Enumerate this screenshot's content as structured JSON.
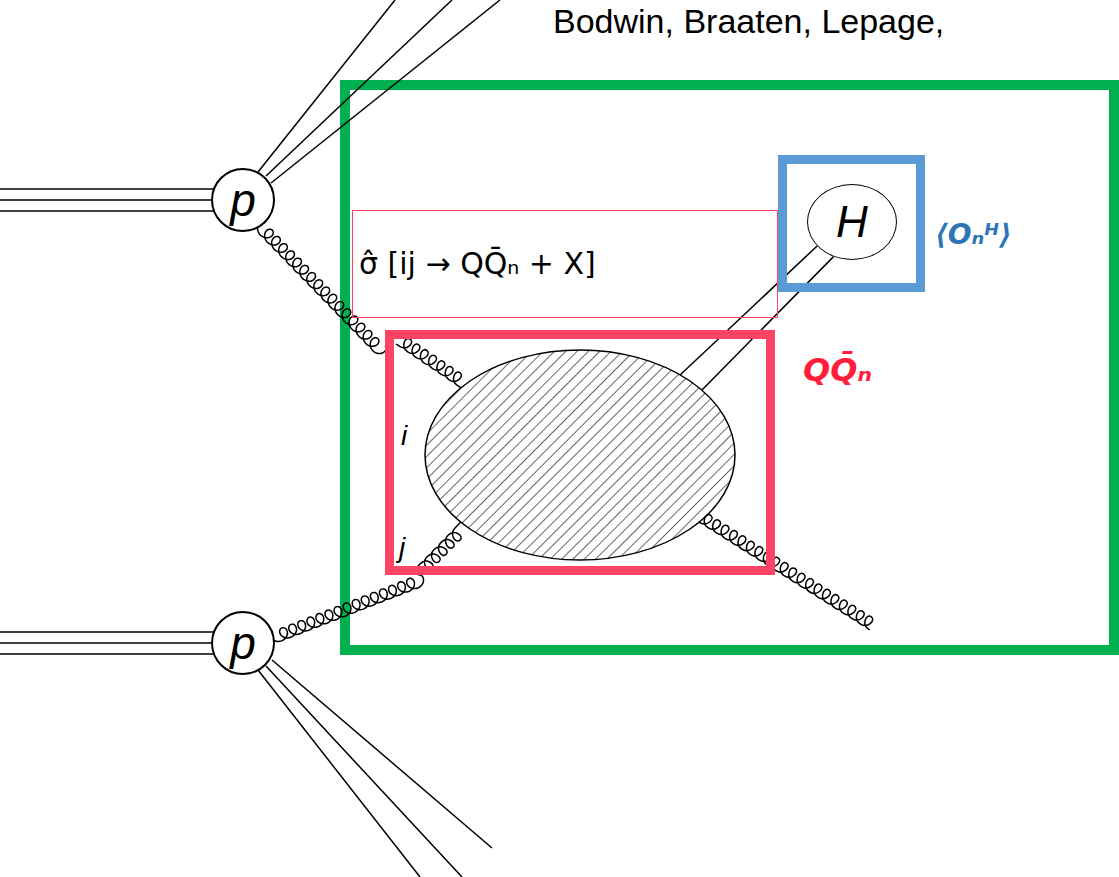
{
  "diagram": {
    "nodes": [
      {
        "text": [
          "p"
        ]
      },
      {
        "text": [
          "σ̂ [ij → QQ̄ₙ + X]"
        ]
      },
      {
        "text": [
          "⟨Oₙᴴ⟩"
        ]
      },
      {
        "text": [
          "H"
        ],
        "in": 2
      },
      {
        "text": [
          "QQ̄ₙ"
        ]
      },
      {
        "text": [
          "p"
        ]
      }
    ],
    "edges": [
      {
        "from": 0,
        "to": 4,
        "arrow": "none"
      },
      {
        "from": 5,
        "to": 4,
        "arrow": "none"
      },
      {
        "from": 4,
        "to": 3,
        "arrow": "none"
      }
    ],
    "labels": [
      "Bodwin, Braaten, Lepage,",
      "i",
      "j"
    ]
  }
}
